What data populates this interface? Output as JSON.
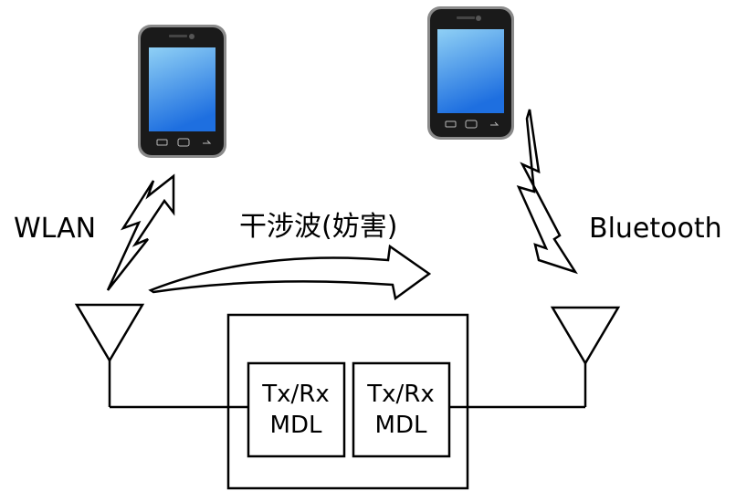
{
  "labels": {
    "wlan": "WLAN",
    "bluetooth": "Bluetooth",
    "interference": "干涉波(妨害)"
  },
  "modules": [
    {
      "line1": "Tx/Rx",
      "line2": "MDL"
    },
    {
      "line1": "Tx/Rx",
      "line2": "MDL"
    }
  ],
  "colors": {
    "stroke": "#000000",
    "phone_body": "#1a1a1a",
    "phone_frame": "#9a9a9a",
    "screen_top": "#8fd0f5",
    "screen_bottom": "#1e6fe0"
  },
  "icons": [
    "smartphone-icon",
    "lightning-bolt-icon",
    "antenna-icon",
    "curved-arrow-icon"
  ]
}
